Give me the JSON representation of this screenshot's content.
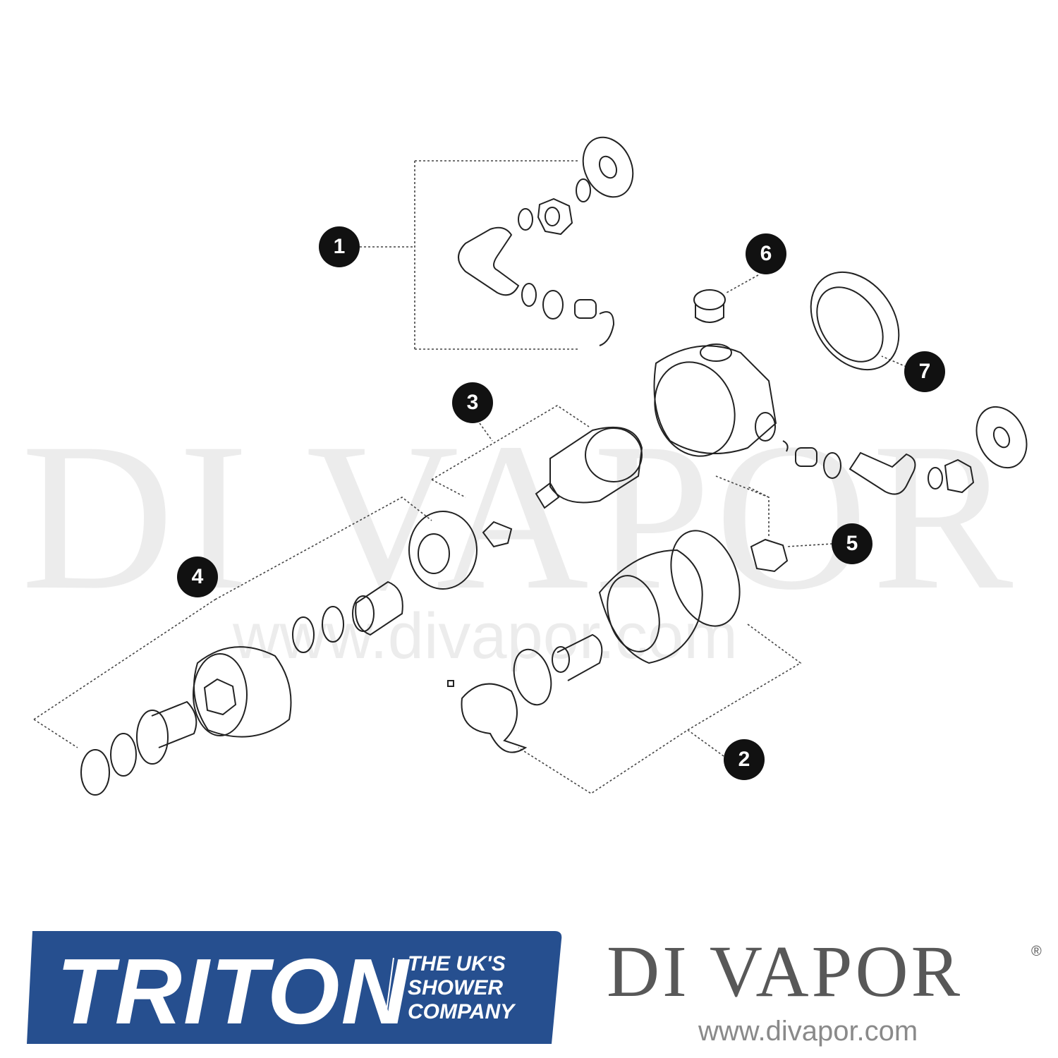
{
  "diagram": {
    "callouts": [
      "1",
      "2",
      "3",
      "4",
      "5",
      "6",
      "7"
    ]
  },
  "watermark": {
    "text": "DI VAPOR",
    "url": "www.divapor.com"
  },
  "logos": {
    "triton": {
      "word": "TRITON",
      "tagline": [
        "THE UK'S",
        "SHOWER",
        "COMPANY"
      ],
      "color": "#264f8f"
    },
    "divapor": {
      "word": "DI VAPOR",
      "registered": "®",
      "url": "www.divapor.com",
      "color": "#585858"
    }
  }
}
